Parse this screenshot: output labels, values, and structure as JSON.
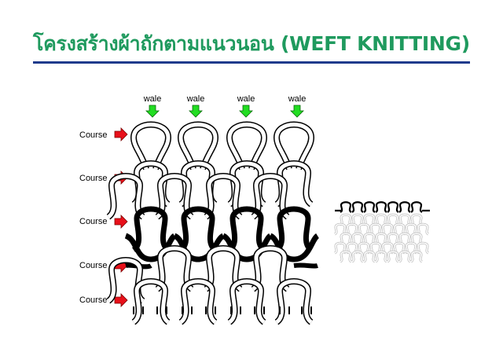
{
  "title": "โครงสร้างผ้าถักตามแนวนอน  (WEFT KNITTING)",
  "colors": {
    "title": "#1f9a5e",
    "rule": "#1f3a8c",
    "wale_arrow": "#22dd22",
    "course_arrow": "#e8101a"
  },
  "wale_labels": [
    "wale",
    "wale",
    "wale",
    "wale"
  ],
  "course_labels": [
    "Course",
    "Course",
    "Course",
    "Course",
    "Course"
  ]
}
